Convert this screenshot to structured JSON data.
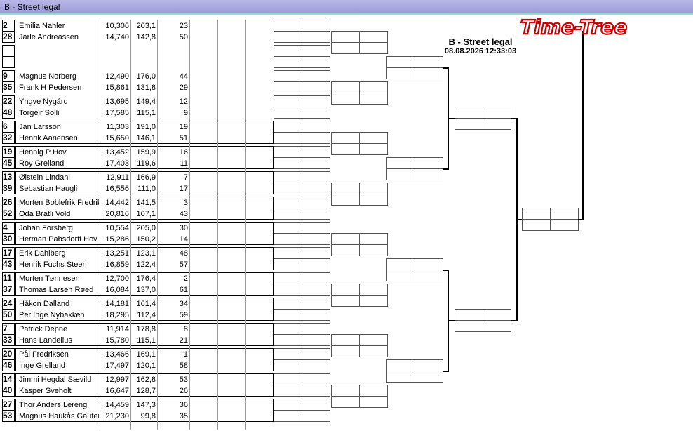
{
  "window": {
    "title": "B - Street legal"
  },
  "event": {
    "title": "B - Street legal",
    "datetime": "08.08.2026 12:33:03"
  },
  "logo": {
    "text": "Time-Tree",
    "color": "#cc0000"
  },
  "colors": {
    "titlebar": "#a9a7e0",
    "accent_strip": "#9fd3d6",
    "bracket_line": "#000000"
  },
  "entries": [
    {
      "num": "2",
      "name": "Emilia Nahler",
      "rt": "10,306",
      "speed": "203,1",
      "pts": "23"
    },
    {
      "num": "28",
      "name": "Jarle Andreassen",
      "rt": "14,740",
      "speed": "142,8",
      "pts": "50"
    },
    {
      "num": "",
      "name": "",
      "rt": "",
      "speed": "",
      "pts": ""
    },
    {
      "num": "",
      "name": "",
      "rt": "",
      "speed": "",
      "pts": ""
    },
    {
      "num": "9",
      "name": "Magnus Norberg",
      "rt": "12,490",
      "speed": "176,0",
      "pts": "44"
    },
    {
      "num": "35",
      "name": "Frank H Pedersen",
      "rt": "15,861",
      "speed": "131,8",
      "pts": "29"
    },
    {
      "num": "22",
      "name": "Yngve Nygård",
      "rt": "13,695",
      "speed": "149,4",
      "pts": "12"
    },
    {
      "num": "48",
      "name": "Torgeir Solli",
      "rt": "17,585",
      "speed": "115,1",
      "pts": "9"
    },
    {
      "num": "6",
      "name": "Jan Larsson",
      "rt": "11,303",
      "speed": "191,0",
      "pts": "19"
    },
    {
      "num": "32",
      "name": "Henrik Aanensen",
      "rt": "15,650",
      "speed": "146,1",
      "pts": "51"
    },
    {
      "num": "19",
      "name": "Hennig P Hov",
      "rt": "13,452",
      "speed": "159,9",
      "pts": "16"
    },
    {
      "num": "45",
      "name": "Roy Grelland",
      "rt": "17,403",
      "speed": "119,6",
      "pts": "11"
    },
    {
      "num": "13",
      "name": "Øistein Lindahl",
      "rt": "12,911",
      "speed": "166,9",
      "pts": "7"
    },
    {
      "num": "39",
      "name": "Sebastian Haugli",
      "rt": "16,556",
      "speed": "111,0",
      "pts": "17"
    },
    {
      "num": "26",
      "name": "Morten Boblefrik Fredrik:",
      "rt": "14,442",
      "speed": "141,5",
      "pts": "3"
    },
    {
      "num": "52",
      "name": "Oda Bratli Vold",
      "rt": "20,816",
      "speed": "107,1",
      "pts": "43"
    },
    {
      "num": "4",
      "name": "Johan Forsberg",
      "rt": "10,554",
      "speed": "205,0",
      "pts": "30"
    },
    {
      "num": "30",
      "name": "Herman Pabsdorff Hov",
      "rt": "15,286",
      "speed": "150,2",
      "pts": "14"
    },
    {
      "num": "17",
      "name": "Erik Dahlberg",
      "rt": "13,251",
      "speed": "123,1",
      "pts": "48"
    },
    {
      "num": "43",
      "name": "Henrik Fuchs Steen",
      "rt": "16,859",
      "speed": "122,4",
      "pts": "57"
    },
    {
      "num": "11",
      "name": "Morten Tønnesen",
      "rt": "12,700",
      "speed": "176,4",
      "pts": "2"
    },
    {
      "num": "37",
      "name": "Thomas Larsen Røed",
      "rt": "16,084",
      "speed": "137,0",
      "pts": "61"
    },
    {
      "num": "24",
      "name": "Håkon Dalland",
      "rt": "14,181",
      "speed": "161,4",
      "pts": "34"
    },
    {
      "num": "50",
      "name": "Per Inge Nybakken",
      "rt": "18,295",
      "speed": "112,4",
      "pts": "59"
    },
    {
      "num": "7",
      "name": "Patrick Depne",
      "rt": "11,914",
      "speed": "178,8",
      "pts": "8"
    },
    {
      "num": "33",
      "name": "Hans Landelius",
      "rt": "15,780",
      "speed": "115,1",
      "pts": "21"
    },
    {
      "num": "20",
      "name": "Pål Fredriksen",
      "rt": "13,466",
      "speed": "169,1",
      "pts": "1"
    },
    {
      "num": "46",
      "name": "Inge Grelland",
      "rt": "17,497",
      "speed": "120,1",
      "pts": "58"
    },
    {
      "num": "14",
      "name": "Jimmi Hegdal Sævild",
      "rt": "12,997",
      "speed": "162,8",
      "pts": "53"
    },
    {
      "num": "40",
      "name": "Kasper Sveholt",
      "rt": "16,647",
      "speed": "128,7",
      "pts": "26"
    },
    {
      "num": "27",
      "name": "Thor Anders Lereng",
      "rt": "14,459",
      "speed": "147,3",
      "pts": "36"
    },
    {
      "num": "53",
      "name": "Magnus Haukås Gauter",
      "rt": "21,230",
      "speed": "99,8",
      "pts": "35"
    }
  ]
}
